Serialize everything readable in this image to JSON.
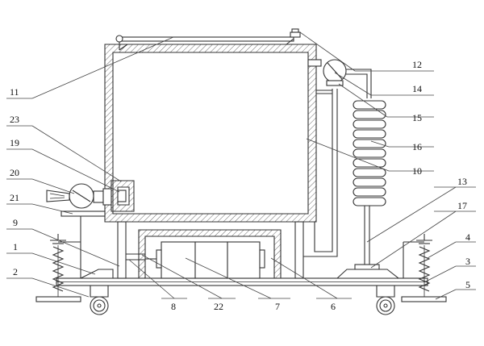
{
  "diagram": {
    "callouts": [
      {
        "id": "1",
        "label": "1"
      },
      {
        "id": "2",
        "label": "2"
      },
      {
        "id": "3",
        "label": "3"
      },
      {
        "id": "4",
        "label": "4"
      },
      {
        "id": "5",
        "label": "5"
      },
      {
        "id": "6",
        "label": "6"
      },
      {
        "id": "7",
        "label": "7"
      },
      {
        "id": "8",
        "label": "8"
      },
      {
        "id": "9",
        "label": "9"
      },
      {
        "id": "10",
        "label": "10"
      },
      {
        "id": "11",
        "label": "11"
      },
      {
        "id": "12",
        "label": "12"
      },
      {
        "id": "13",
        "label": "13"
      },
      {
        "id": "14",
        "label": "14"
      },
      {
        "id": "15",
        "label": "15"
      },
      {
        "id": "16",
        "label": "16"
      },
      {
        "id": "17",
        "label": "17"
      },
      {
        "id": "19",
        "label": "19"
      },
      {
        "id": "20",
        "label": "20"
      },
      {
        "id": "21",
        "label": "21"
      },
      {
        "id": "22",
        "label": "22"
      },
      {
        "id": "23",
        "label": "23"
      }
    ]
  }
}
